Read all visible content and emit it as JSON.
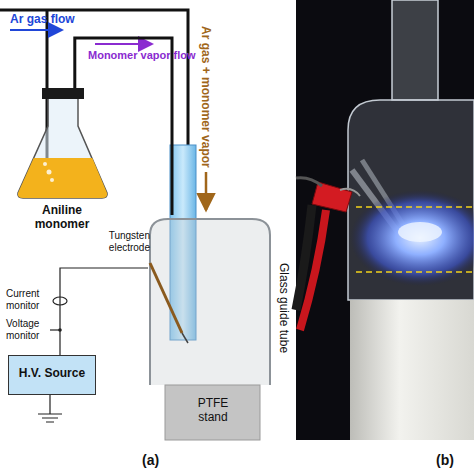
{
  "diagram": {
    "nodes": [
      {
        "text": [
          "Aniline monomer"
        ]
      },
      {
        "text": [
          "Glass guide tube"
        ]
      },
      {
        "text": [
          "H.V. Source"
        ]
      },
      {
        "text": [
          "PTFE stand"
        ]
      }
    ],
    "edges": [
      {
        "from": 0,
        "to": 1,
        "arrow": "none"
      },
      {
        "from": 2,
        "to": 1,
        "arrow": "none"
      }
    ],
    "labels": [
      "Ar gas flow",
      "Monomer vapor flow",
      "Ar gas + monomer vapor",
      "Tungsten electrode",
      "Current monitor",
      "Voltage monitor",
      "(a)",
      "(b)"
    ]
  }
}
